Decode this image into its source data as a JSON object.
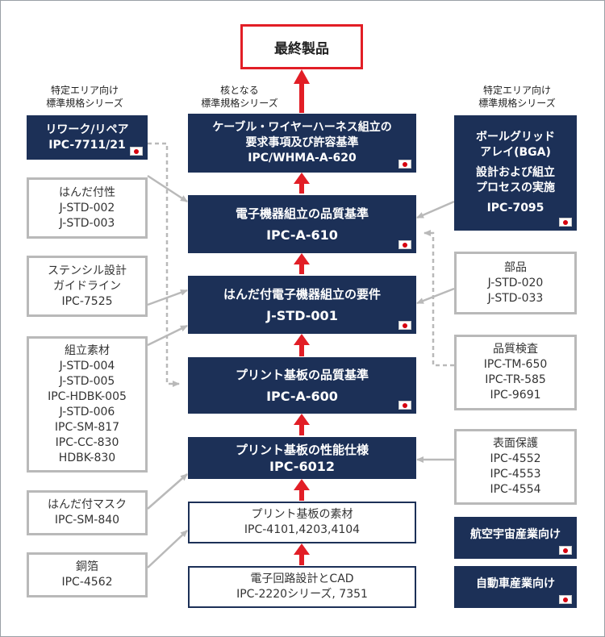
{
  "final_product": "最終製品",
  "headers": {
    "left": [
      "特定エリア向け",
      "標準規格シリーズ"
    ],
    "center": [
      "核となる",
      "標準規格シリーズ"
    ],
    "right": [
      "特定エリア向け",
      "標準規格シリーズ"
    ]
  },
  "center_boxes": [
    {
      "lines": [
        "ケーブル・ワイヤーハーネス組立の",
        "要求事項及び許容基準",
        "IPC/WHMA-A-620"
      ]
    },
    {
      "lines": [
        "電子機器組立の品質基準",
        "IPC-A-610"
      ]
    },
    {
      "lines": [
        "はんだ付電子機器組立の要件",
        "J-STD-001"
      ]
    },
    {
      "lines": [
        "プリント基板の品質基準",
        "IPC-A-600"
      ]
    },
    {
      "lines": [
        "プリント基板の性能仕様",
        "IPC-6012"
      ]
    },
    {
      "lines": [
        "プリント基板の素材",
        "IPC-4101,4203,4104"
      ]
    },
    {
      "lines": [
        "電子回路設計とCAD",
        "IPC-2220シリーズ, 7351"
      ]
    }
  ],
  "left_boxes": [
    {
      "lines": [
        "リワーク/リペア",
        "IPC-7711/21"
      ]
    },
    {
      "lines": [
        "はんだ付性",
        "J-STD-002",
        "J-STD-003"
      ]
    },
    {
      "lines": [
        "ステンシル設計",
        "ガイドライン",
        "IPC-7525"
      ]
    },
    {
      "lines": [
        "組立素材",
        "J-STD-004",
        "J-STD-005",
        "IPC-HDBK-005",
        "J-STD-006",
        "IPC-SM-817",
        "IPC-CC-830",
        "HDBK-830"
      ]
    },
    {
      "lines": [
        "はんだ付マスク",
        "IPC-SM-840"
      ]
    },
    {
      "lines": [
        "銅箔",
        "IPC-4562"
      ]
    }
  ],
  "right_boxes": [
    {
      "lines": [
        "ボールグリッド",
        "アレイ(BGA)",
        "設計および組立",
        "プロセスの実施",
        "IPC-7095"
      ]
    },
    {
      "lines": [
        "部品",
        "J-STD-020",
        "J-STD-033"
      ]
    },
    {
      "lines": [
        "品質検査",
        "IPC-TM-650",
        "IPC-TR-585",
        "IPC-9691"
      ]
    },
    {
      "lines": [
        "表面保護",
        "IPC-4552",
        "IPC-4553",
        "IPC-4554"
      ]
    },
    {
      "lines": [
        "航空宇宙産業向け"
      ]
    },
    {
      "lines": [
        "自動車産業向け"
      ]
    }
  ],
  "colors": {
    "navy": "#1c3057",
    "red": "#e21e26",
    "grey": "#b9b9b9",
    "flag_red": "#d7000f"
  },
  "icons": {
    "flag": "japan-flag-icon"
  }
}
